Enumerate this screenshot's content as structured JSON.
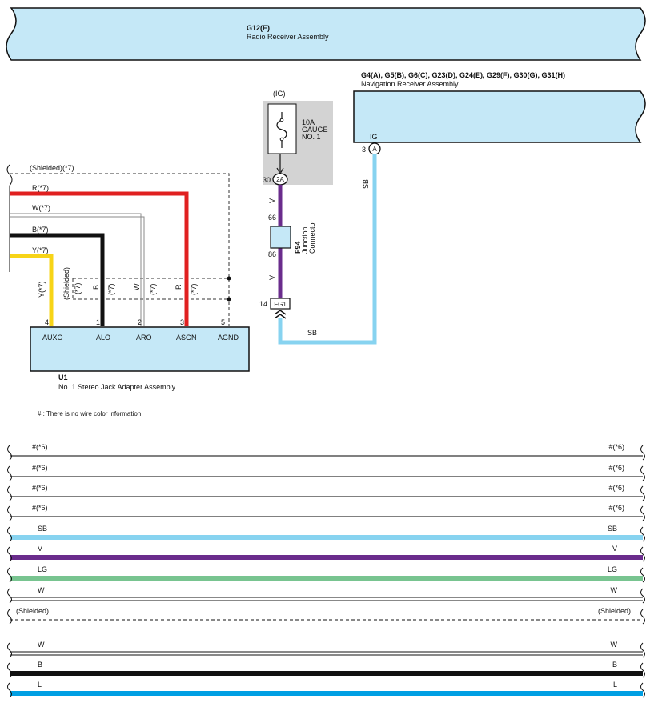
{
  "radio_receiver": {
    "code": "G12(E)",
    "name": "Radio Receiver Assembly"
  },
  "nav_receiver": {
    "code": "G4(A), G5(B), G6(C), G23(D), G24(E), G29(F), G30(G), G31(H)",
    "name": "Navigation Receiver Assembly",
    "pin_label": "IG",
    "pin_number": "3",
    "connector": "A"
  },
  "fuse": {
    "circuit": "(IG)",
    "rating": "10A",
    "line1": "GAUGE",
    "line2": "NO. 1",
    "pin_number": "30",
    "connector": "2A"
  },
  "junction": {
    "code": "F94",
    "line1": "Junction",
    "line2": "Connector",
    "pin_top": "66",
    "pin_bottom": "86"
  },
  "fg1": {
    "pin_number": "14",
    "connector": "FG1"
  },
  "wires": {
    "fuse_to_junction": "V",
    "junction_to_fg1": "V",
    "nav_vertical": "SB",
    "nav_horizontal": "SB"
  },
  "stereo_jack": {
    "code": "U1",
    "name": "No.  1 Stereo Jack Adapter Assembly",
    "shield_top": "(Shielded)(*7)",
    "left_wires": [
      "R(*7)",
      "W(*7)",
      "B(*7)",
      "Y(*7)"
    ],
    "vertical_labels": [
      "Y(*7)",
      "(Shielded)",
      "(*7)",
      "B",
      "(*7)",
      "W",
      "(*7)",
      "R",
      "(*7)"
    ],
    "pins": [
      {
        "number": "4",
        "name": "AUXO"
      },
      {
        "number": "1",
        "name": "ALO"
      },
      {
        "number": "2",
        "name": "ARO"
      },
      {
        "number": "3",
        "name": "ASGN"
      },
      {
        "number": "5",
        "name": "AGND"
      }
    ]
  },
  "note": "# : There is no wire color information.",
  "bus_wires": [
    {
      "label": "#(*6)",
      "color": "#000000"
    },
    {
      "label": "#(*6)",
      "color": "#000000"
    },
    {
      "label": "#(*6)",
      "color": "#000000"
    },
    {
      "label": "#(*6)",
      "color": "#000000"
    },
    {
      "label": "SB",
      "color": "#87d3f0"
    },
    {
      "label": "V",
      "color": "#6a2c8c"
    },
    {
      "label": "LG",
      "color": "#78c490"
    },
    {
      "label": "W",
      "color": "#ffffff"
    },
    {
      "label": "(Shielded)",
      "color": "#000000"
    },
    {
      "label": "W",
      "color": "#ffffff"
    },
    {
      "label": "B",
      "color": "#111111"
    },
    {
      "label": "L",
      "color": "#009fe3"
    }
  ]
}
